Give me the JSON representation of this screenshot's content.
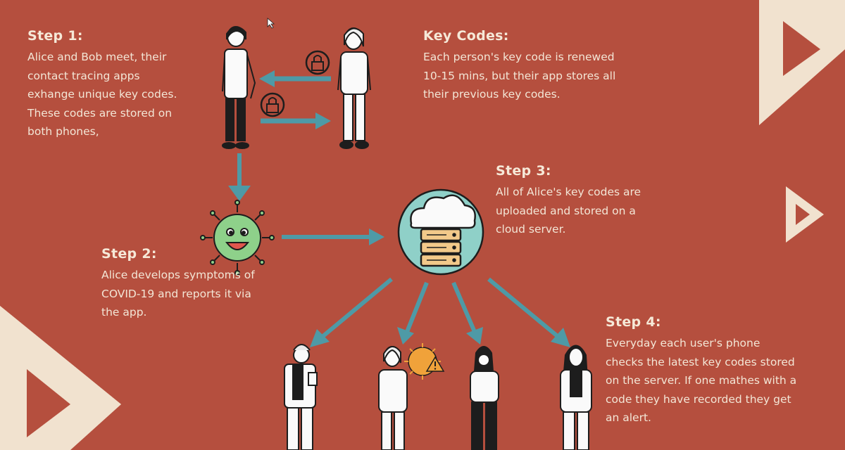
{
  "step1": {
    "title": "Step 1:",
    "lines": [
      "Alice and Bob meet, their",
      "contact tracing apps",
      "exhange unique key codes.",
      "These codes are stored on",
      "both phones,"
    ]
  },
  "key_codes": {
    "title": "Key Codes:",
    "lines": [
      "Each person's key code is renewed",
      "10-15 mins, but their app stores all",
      "their previous key codes."
    ]
  },
  "step2": {
    "title": "Step 2:",
    "lines": [
      "Alice develops symptoms of",
      "COVID-19 and reports it via",
      "the app."
    ]
  },
  "step3": {
    "title": "Step 3:",
    "lines": [
      "All of Alice's key codes are",
      "uploaded and stored on a",
      "cloud server."
    ]
  },
  "step4": {
    "title": "Step 4:",
    "lines": [
      "Everyday each user's phone",
      "checks the latest key codes stored",
      "on the server. If one mathes with a",
      "code they have recorded they get",
      "an alert."
    ]
  },
  "colors": {
    "background": "#b54f3e",
    "arrow": "#4e9aa6",
    "cream": "#f3e6d6",
    "virus": "#8ed18a",
    "cloud_circle": "#8fd0c8",
    "server": "#f2c98a",
    "alert": "#f0a23a"
  }
}
